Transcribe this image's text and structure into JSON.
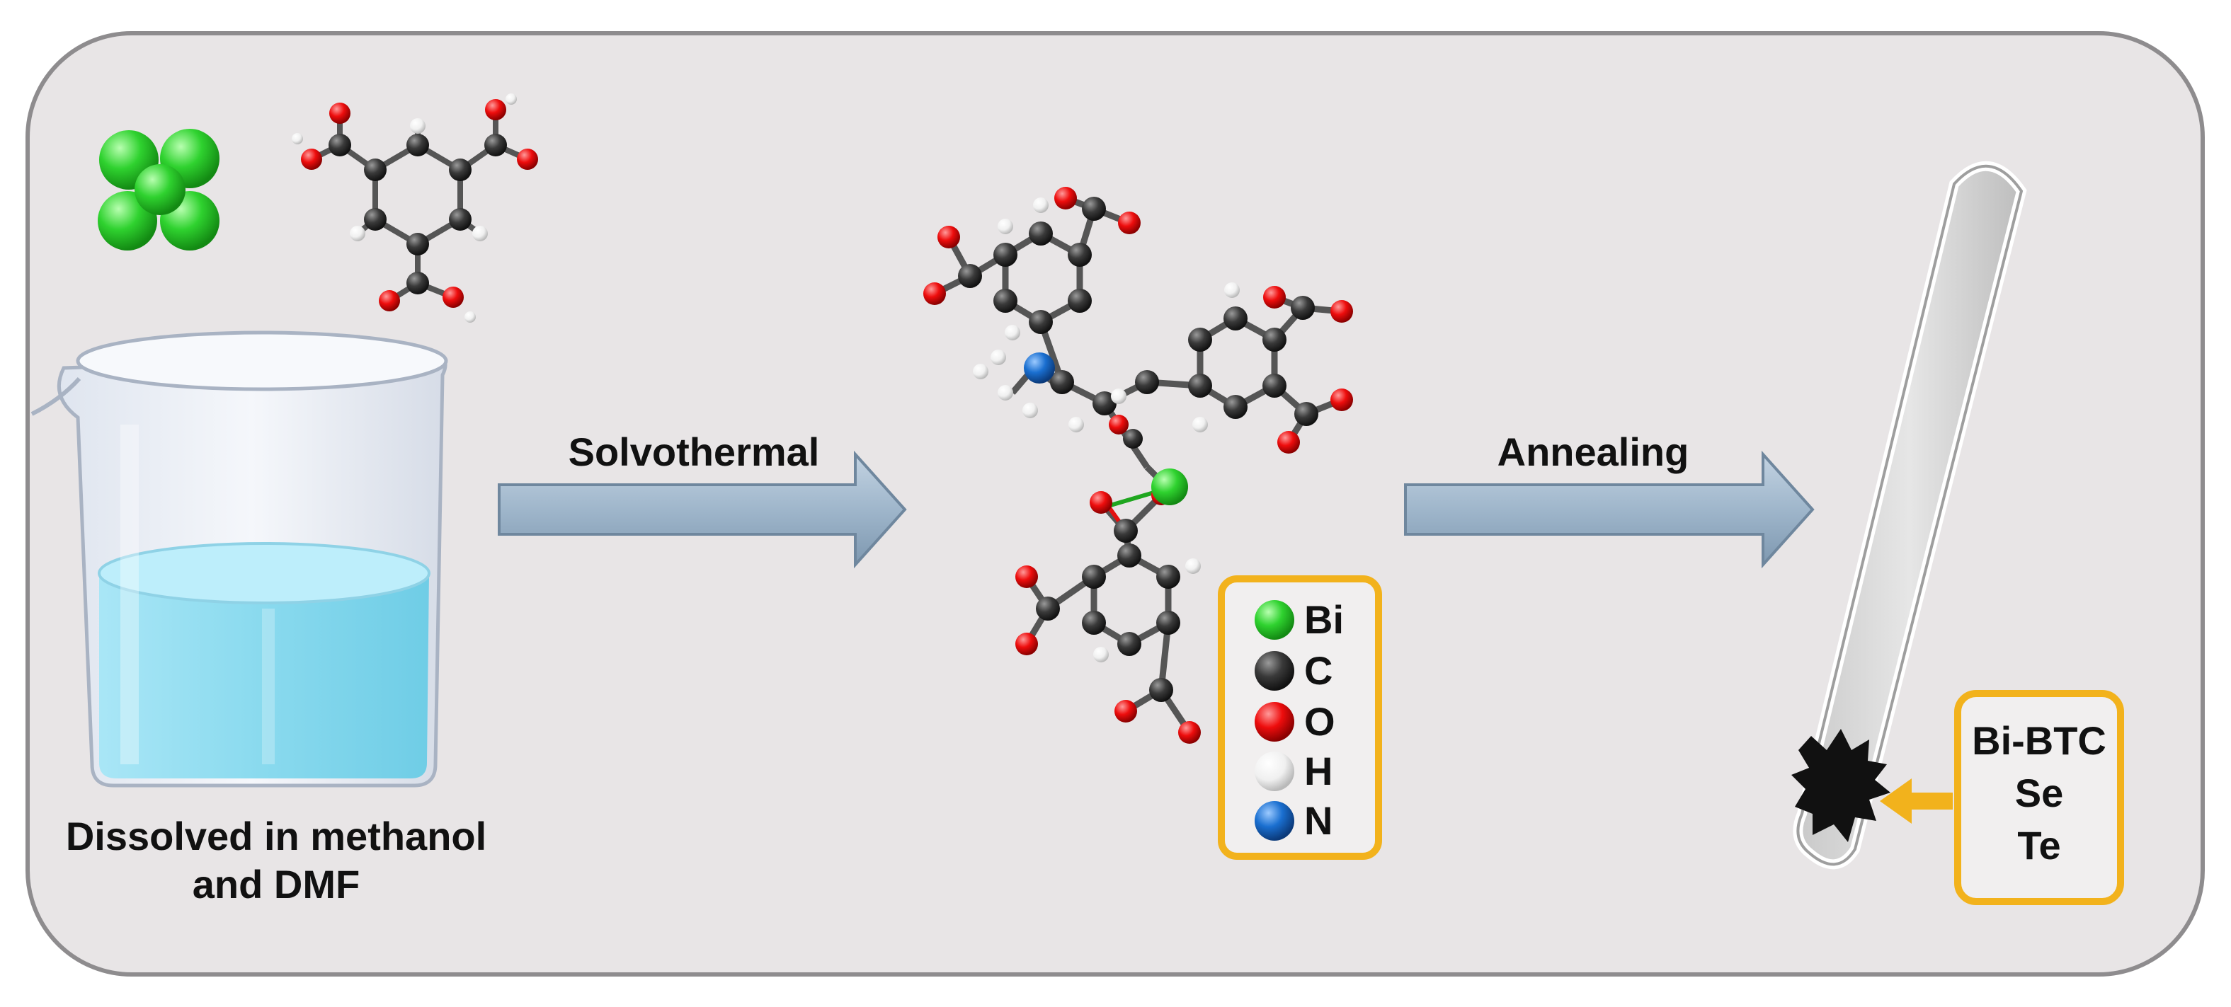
{
  "steps": {
    "dissolve_line1": "Dissolved in methanol",
    "dissolve_line2": "and DMF",
    "solvothermal": "Solvothermal",
    "annealing": "Annealing"
  },
  "legend": [
    {
      "symbol": "Bi",
      "color": "#2fd22f"
    },
    {
      "symbol": "C",
      "color": "#3a3a3a"
    },
    {
      "symbol": "O",
      "color": "#ee0d0d"
    },
    {
      "symbol": "H",
      "color": "#eaeaea"
    },
    {
      "symbol": "N",
      "color": "#1a6fd0"
    }
  ],
  "products": [
    "Bi-BTC",
    "Se",
    "Te"
  ],
  "colors": {
    "panel_bg": "#e8e5e6",
    "arrow_fill": "#9fb6cb",
    "box_border": "#f2b21c",
    "liquid": "#8cdbef"
  }
}
